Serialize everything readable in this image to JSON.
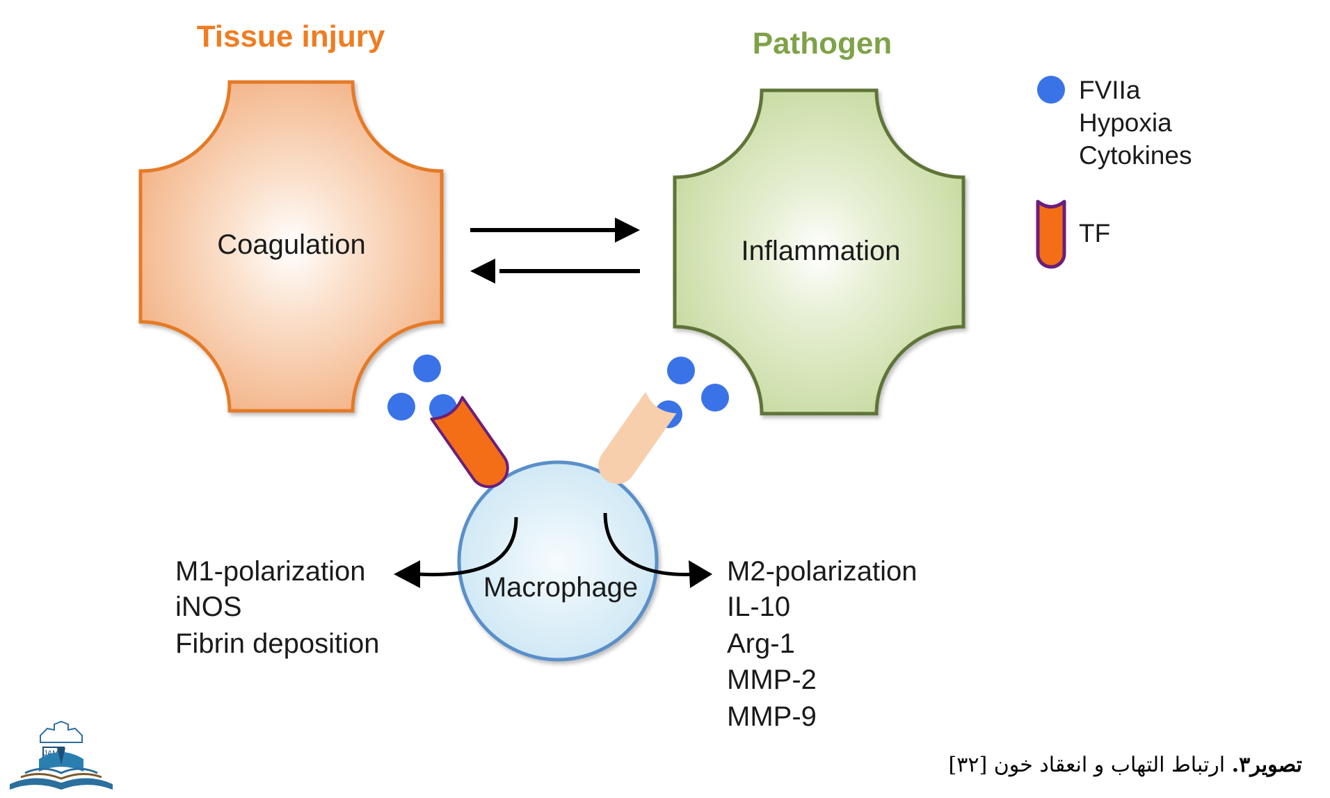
{
  "header": {
    "tissue_injury": "Tissue injury",
    "pathogen": "Pathogen"
  },
  "nodes": {
    "coagulation": "Coagulation",
    "inflammation": "Inflammation",
    "macrophage": "Macrophage"
  },
  "legend": {
    "circle_items": [
      "FVIIa",
      "Hypoxia",
      "Cytokines"
    ],
    "receptor_item": "TF"
  },
  "m1_list": [
    "M1-polarization",
    "iNOS",
    "Fibrin deposition"
  ],
  "m2_list": [
    "M2-polarization",
    "IL-10",
    "Arg-1",
    "MMP-2",
    "MMP-9"
  ],
  "logo": {
    "text": "JAMS"
  },
  "caption": {
    "label": "تصویر۳.",
    "text": " ارتباط التهاب و انعقاد خون [۳۲]"
  },
  "colors": {
    "tissue_injury": "#ef7d22",
    "pathogen": "#7ea248",
    "coag_fill": "#f3b488",
    "coag_stroke": "#e57a25",
    "inflam_fill": "#c8dba2",
    "inflam_stroke": "#5f7437",
    "dot": "#3a73e8",
    "receptor": "#f36e16",
    "receptor_outline": "#6a1f7a",
    "receptor_faded": "#f7cfad",
    "macrophage_fill": "#d5ecf6",
    "macrophage_stroke": "#5a8fc9"
  }
}
